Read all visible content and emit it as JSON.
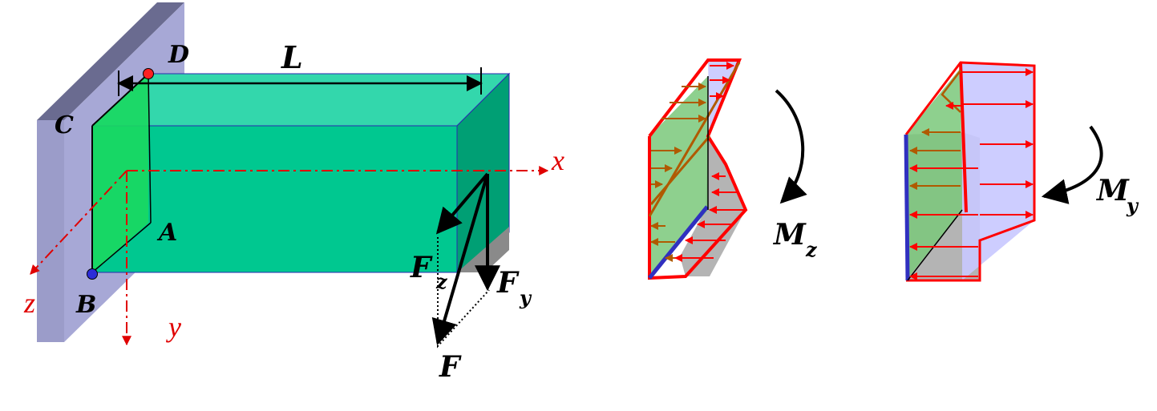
{
  "labels": {
    "L": "L",
    "D": "D",
    "C": "C",
    "A": "A",
    "B": "B",
    "x": "x",
    "y": "y",
    "z": "z",
    "F": "F",
    "Fz_main": "F",
    "Fz_sub": "z",
    "Fy_main": "F",
    "Fy_sub": "y",
    "Mz_main": "M",
    "Mz_sub": "z",
    "My_main": "M",
    "My_sub": "y"
  },
  "colors": {
    "wall": "#a7a8d6",
    "wall_top": "#6a6b90",
    "beam_front": "#00c890",
    "beam_top": "#33d7ac",
    "beam_end": "#009f74",
    "beam_left": "#19d860",
    "axis_red": "#e00000",
    "stress_red": "#ff0000",
    "stress_brown": "#b05a00",
    "neutral_blue": "#3030c0",
    "shadow_gray": "#b4b4b4",
    "lavender": "#c8c8ff"
  }
}
